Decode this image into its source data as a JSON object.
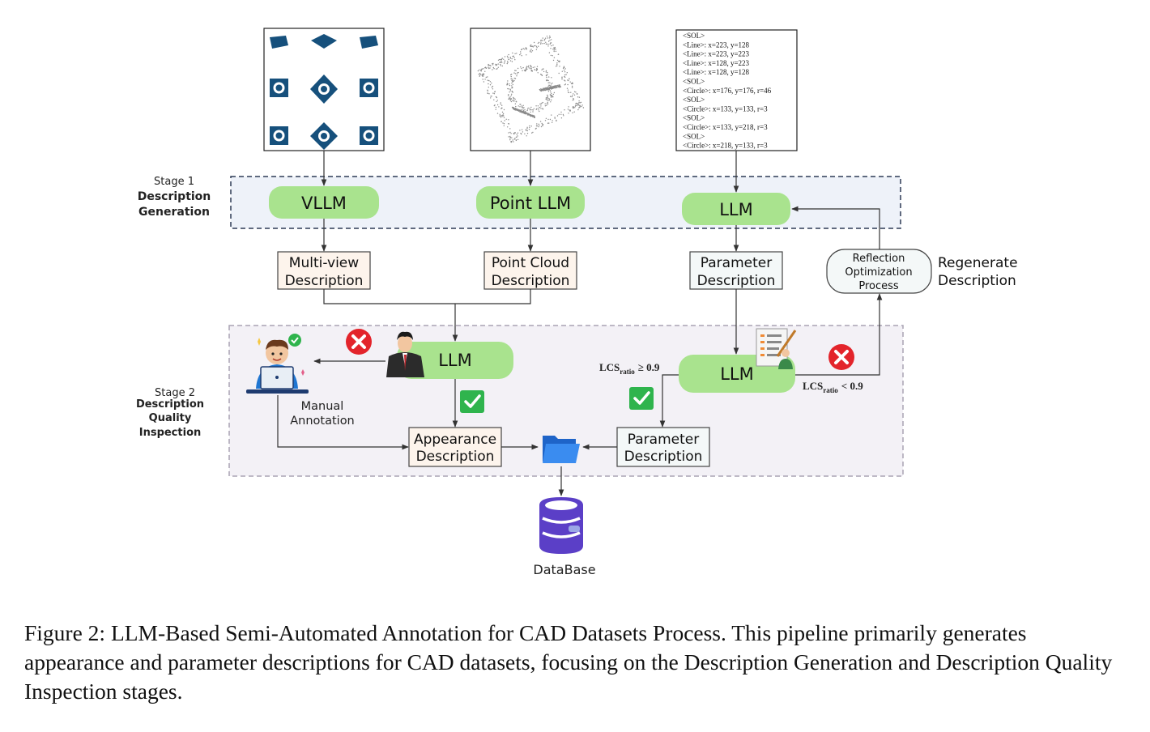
{
  "stage1": {
    "label_small": "Stage 1",
    "label_bold_1": "Description",
    "label_bold_2": "Generation"
  },
  "stage2": {
    "label_small": "Stage 2",
    "label_bold_1": "Description",
    "label_bold_2": "Quality",
    "label_bold_3": "Inspection"
  },
  "code_lines": [
    "<SOL>",
    "<Line>: x=223, y=128",
    "<Line>: x=223, y=223",
    "<Line>: x=128, y=223",
    "<Line>: x=128, y=128",
    "<SOL>",
    "<Circle>: x=176, y=176, r=46",
    "<SOL>",
    "<Circle>: x=133, y=133, r=3",
    "<SOL>",
    "<Circle>: x=133, y=218, r=3",
    "<SOL>",
    "<Circle>: x=218, y=133, r=3"
  ],
  "models": {
    "vllm": "VLLM",
    "point_llm": "Point LLM",
    "llm": "LLM"
  },
  "descriptions": {
    "multiview_1": "Multi-view",
    "multiview_2": "Description",
    "pointcloud_1": "Point Cloud",
    "pointcloud_2": "Description",
    "parameter_1": "Parameter",
    "parameter_2": "Description",
    "appearance_1": "Appearance",
    "appearance_2": "Description"
  },
  "reflection": {
    "line1": "Reflection",
    "line2": "Optimization",
    "line3": "Process",
    "regen_1": "Regenerate",
    "regen_2": "Description"
  },
  "manual": {
    "line1": "Manual",
    "line2": "Annotation"
  },
  "lcs": {
    "ge_main": "LCS",
    "ge_sub": "ratio",
    "ge_rel": "≥ 0.9",
    "lt_main": "LCS",
    "lt_sub": "ratio",
    "lt_rel": "< 0.9"
  },
  "database_label": "DataBase",
  "caption": "Figure 2: LLM-Based Semi-Automated Annotation for CAD Datasets Process. This pipeline primarily generates appearance and parameter descriptions for CAD datasets, focusing on the Description Generation and Description Quality Inspection stages.",
  "colors": {
    "llm_green": "#a9e38e",
    "stage_fill": "#f3f3f8",
    "desc_fill": "#fdf4ec",
    "param_fill": "#f4f8f8",
    "dark_blue": "#16507c",
    "red": "#e3242b",
    "check_green": "#2fb44d",
    "db_purple": "#5b3fc7",
    "folder_blue": "#2f7de1"
  }
}
